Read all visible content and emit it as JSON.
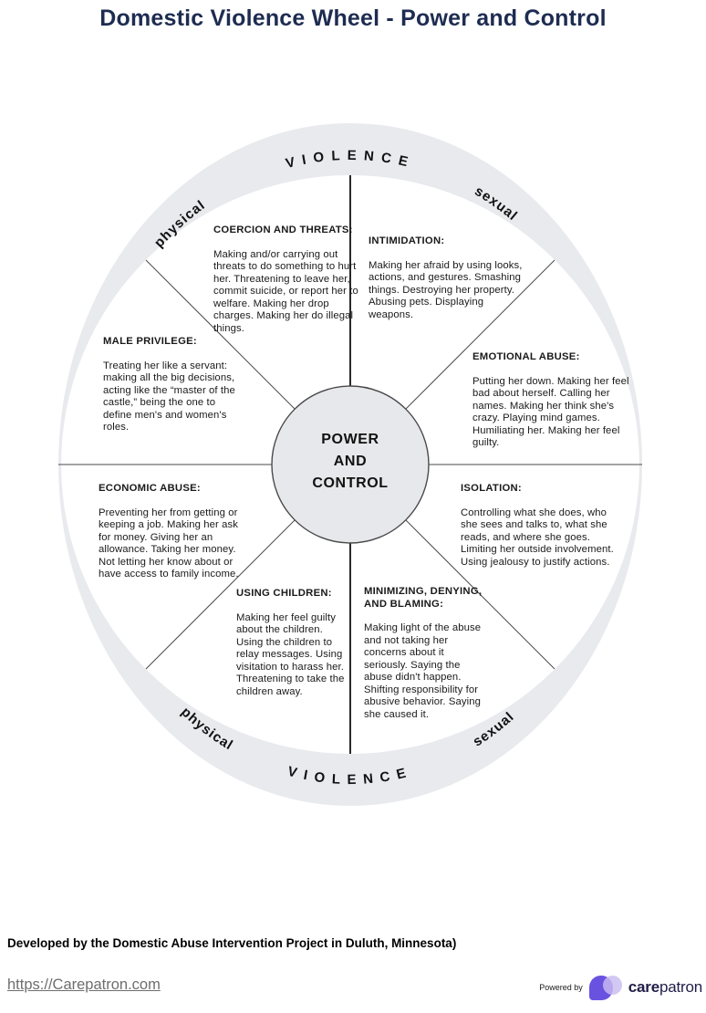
{
  "title": "Domestic Violence Wheel - Power and Control",
  "wheel": {
    "center_label": [
      "POWER",
      "AND",
      "CONTROL"
    ],
    "ring_top": {
      "left": "physical",
      "center": "VIOLENCE",
      "right": "sexual"
    },
    "ring_bottom": {
      "left": "physical",
      "center": "VIOLENCE",
      "right": "sexual"
    },
    "segments": [
      {
        "id": "coercion-and-threats",
        "title": "COERCION AND THREATS:",
        "body": [
          "Making and/or carrying out",
          "threats to do something to hurt",
          "her. Threatening to leave her,",
          "commit suicide, or report her to",
          "welfare. Making her drop",
          "charges. Making her do illegal",
          "things."
        ]
      },
      {
        "id": "intimidation",
        "title": "INTIMIDATION:",
        "body": [
          "Making her afraid by using looks,",
          "actions, and gestures. Smashing",
          "things. Destroying her property.",
          "Abusing pets. Displaying",
          "weapons."
        ]
      },
      {
        "id": "emotional-abuse",
        "title": "EMOTIONAL ABUSE:",
        "body": [
          "Putting her down. Making her feel",
          "bad about herself. Calling her",
          "names. Making her think she's",
          "crazy. Playing mind games.",
          "Humiliating her. Making her feel",
          "guilty."
        ]
      },
      {
        "id": "isolation",
        "title": "ISOLATION:",
        "body": [
          "Controlling what she does, who",
          "she sees and talks to, what she",
          "reads, and where she goes.",
          "Limiting her outside involvement.",
          "Using jealousy to justify actions."
        ]
      },
      {
        "id": "minimizing-denying-and-blaming",
        "title": [
          "MINIMIZING, DENYING,",
          "AND BLAMING:"
        ],
        "body": [
          "Making light of the abuse",
          "and not taking her",
          "concerns about it",
          "seriously. Saying the",
          "abuse didn't happen.",
          "Shifting responsibility for",
          "abusive behavior. Saying",
          "she caused it."
        ]
      },
      {
        "id": "using-children",
        "title": "USING CHILDREN:",
        "body": [
          "Making her feel guilty",
          "about the children.",
          "Using the children to",
          "relay messages. Using",
          "visitation to harass her.",
          "Threatening to take the",
          "children away."
        ]
      },
      {
        "id": "economic-abuse",
        "title": "ECONOMIC ABUSE:",
        "body": [
          "Preventing her from getting or",
          "keeping a job. Making her ask",
          "for money. Giving her an",
          "allowance. Taking her money.",
          "Not letting her know about or",
          "have access to family income."
        ]
      },
      {
        "id": "male-privilege",
        "title": "MALE PRIVILEGE:",
        "body": [
          "Treating her like a servant:",
          "making all the big decisions,",
          "acting like the “master of the",
          "castle,” being the one to",
          "define men's and women's",
          "roles."
        ]
      }
    ]
  },
  "attribution": "Developed by the Domestic Abuse Intervention Project in Duluth, Minnesota)",
  "footer": {
    "link": "https://Carepatron.com",
    "powered_by": "Powered by",
    "brand_bold": "care",
    "brand_regular": "patron"
  },
  "colors": {
    "title_navy": "#1e2c51",
    "ring_gray": "#e8eaee",
    "center_fill": "#e7e8ec",
    "line_dark": "#111111",
    "line_gray": "#4a4a4a",
    "brand_purple": "#6a52e0",
    "brand_lavender": "#c9bcf0",
    "brand_navy": "#201d47",
    "link_gray": "#6e6e6e"
  }
}
